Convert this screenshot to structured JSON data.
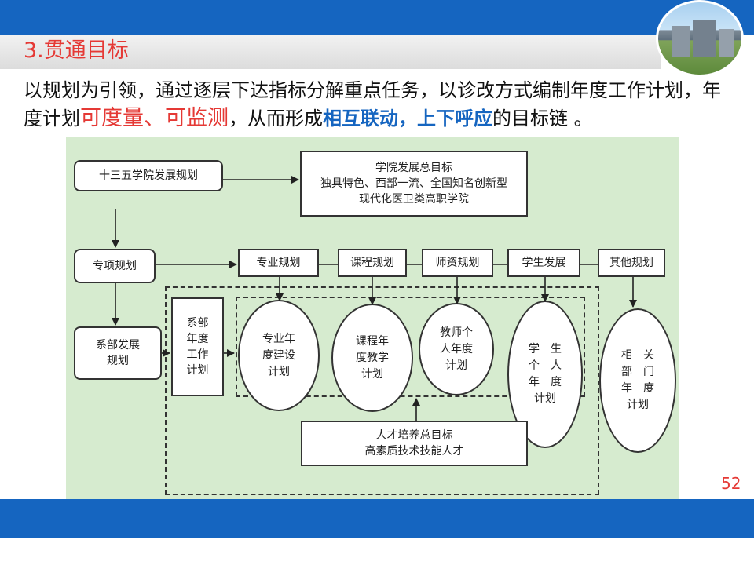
{
  "slide": {
    "title": "3.贯通目标",
    "page_number": "52",
    "intro_part1": "以规划为引领，通过逐层下达指标分解重点任务，以诊改方式编制年度工作计划，年度计划",
    "intro_red": "可度量、可监测",
    "intro_part2": "，从而形成",
    "intro_blue": "相互联动，上下呼应",
    "intro_part3": "的目标链 。"
  },
  "diagram": {
    "plan_135": "十三五学院发展规划",
    "goal_line1": "学院发展总目标",
    "goal_line2": "独具特色、西部一流、全国知名创新型",
    "goal_line3": "现代化医卫类高职学院",
    "special_plan": "专项规划",
    "dept_dev_line1": "系部发展",
    "dept_dev_line2": "规划",
    "major_plan": "专业规划",
    "course_plan": "课程规划",
    "teacher_plan": "师资规划",
    "student_dev": "学生发展",
    "other_plan": "其他规划",
    "dept_annual_line1": "系部",
    "dept_annual_line2": "年度",
    "dept_annual_line3": "工作",
    "dept_annual_line4": "计划",
    "major_annual_line1": "专业年",
    "major_annual_line2": "度建设",
    "major_annual_line3": "计划",
    "course_annual_line1": "课程年",
    "course_annual_line2": "度教学",
    "course_annual_line3": "计划",
    "teacher_annual_line1": "教师个",
    "teacher_annual_line2": "人年度",
    "teacher_annual_line3": "计划",
    "student_annual_line1": "学　生",
    "student_annual_line2": "个　人",
    "student_annual_line3": "年　度",
    "student_annual_line4": "计划",
    "related_line1": "相　关",
    "related_line2": "部　门",
    "related_line3": "年　度",
    "related_line4": "计划",
    "talent_line1": "人才培养总目标",
    "talent_line2": "高素质技术技能人才"
  }
}
